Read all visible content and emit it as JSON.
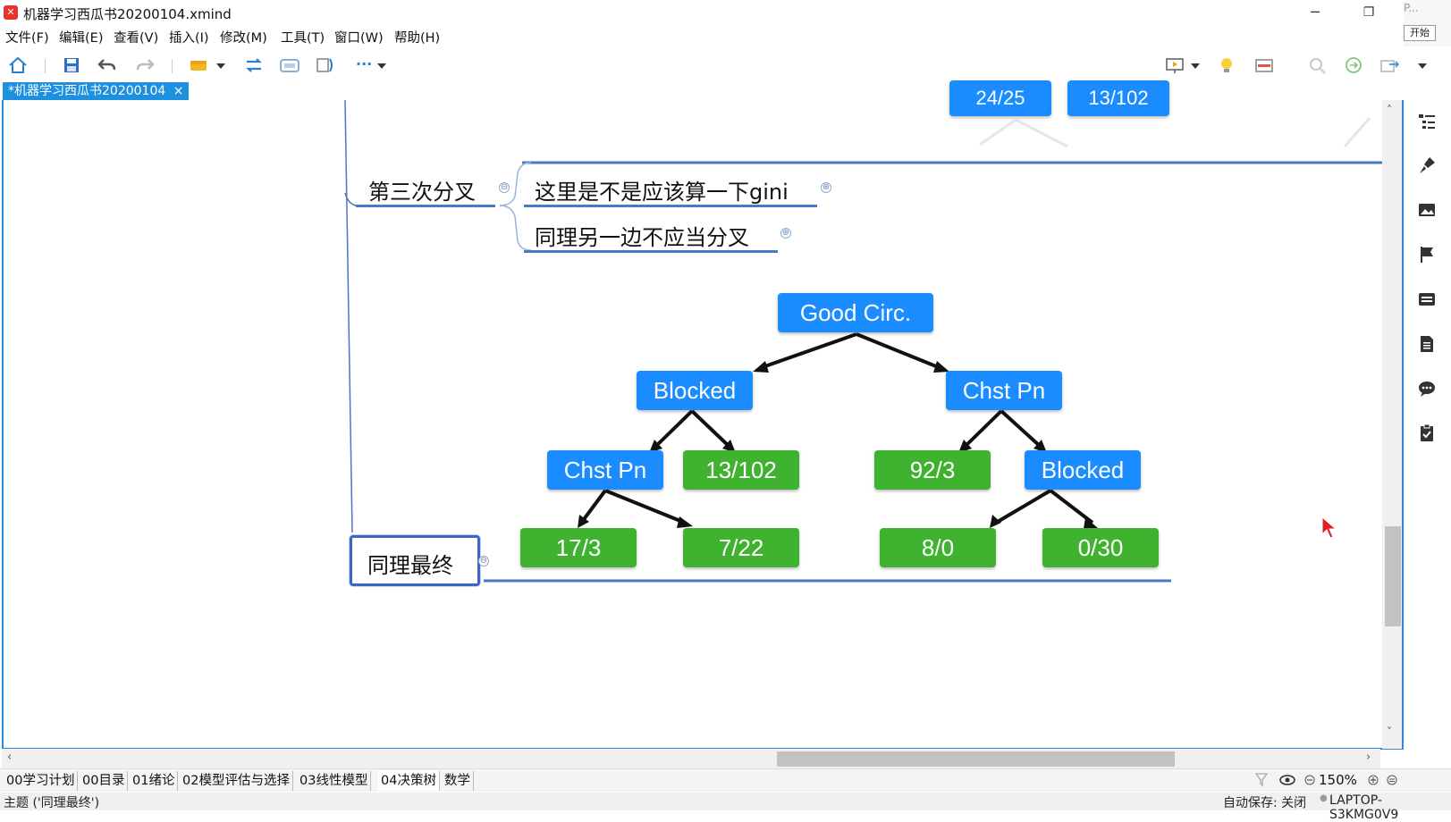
{
  "window": {
    "title": "机器学习西瓜书20200104.xmind",
    "minimize": "─",
    "restore": "❐",
    "corner_label": "P...",
    "corner_button": "开始"
  },
  "menu": [
    "文件(F)",
    "编辑(E)",
    "查看(V)",
    "插入(I)",
    "修改(M)",
    "工具(T)",
    "窗口(W)",
    "帮助(H)"
  ],
  "toolbar": {
    "more": "···"
  },
  "tab": {
    "label": "*机器学习西瓜书20200104",
    "close": "×"
  },
  "mindmap": {
    "partial_top": [
      "24/25",
      "13/102"
    ],
    "branch_third_split": "第三次分叉",
    "note_gini": "这里是不是应该算一下gini",
    "note_other_side": "同理另一边不应当分叉",
    "branch_final": "同理最终",
    "collapse_symbol": "⊖",
    "expand_symbol": "⊕"
  },
  "tree": {
    "root": "Good Circ.",
    "left": "Blocked",
    "right": "Chst Pn",
    "left_left": "Chst Pn",
    "left_right": "13/102",
    "right_left": "92/3",
    "right_right": "Blocked",
    "ll_left": "17/3",
    "ll_right": "7/22",
    "rr_left": "8/0",
    "rr_right": "0/30"
  },
  "colors": {
    "accent": "#2d8ae0",
    "node_blue": "#1a8cff",
    "node_green": "#3fb32f",
    "branch_line": "#4a78c8"
  },
  "sheets": [
    "00学习计划",
    "00目录",
    "01绪论",
    "02模型评估与选择",
    "03线性模型",
    "04决策树",
    "数学"
  ],
  "active_sheet": "04决策树",
  "zoom": "150%",
  "status": {
    "left": "主题 ('同理最终')",
    "autosave": "自动保存: 关闭",
    "computer": "LAPTOP-S3KMG0V9"
  }
}
